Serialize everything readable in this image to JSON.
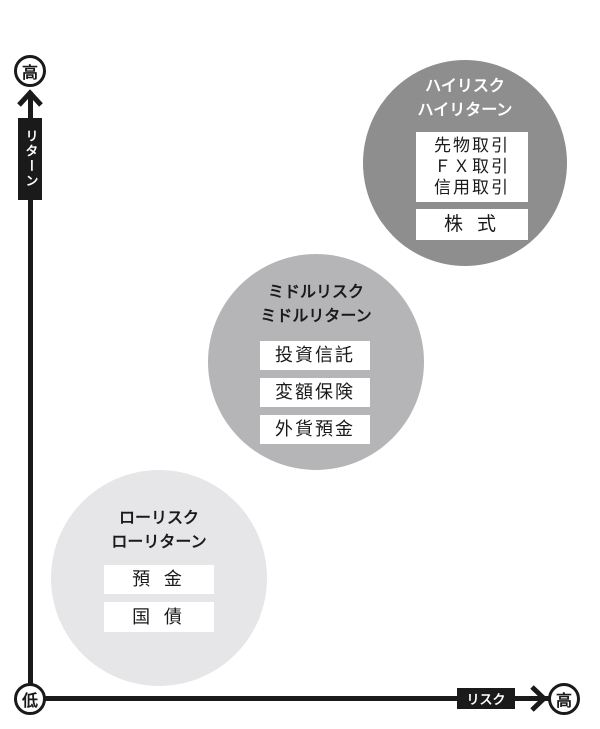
{
  "y_axis": {
    "label": "リターン",
    "high": "高"
  },
  "x_axis": {
    "label": "リスク",
    "high": "高",
    "origin": "低"
  },
  "groups": [
    {
      "title": [
        "ハイリスク",
        "ハイリターン"
      ],
      "items": [
        [
          "先物取引",
          "ＦＸ取引",
          "信用取引"
        ],
        [
          "株 式"
        ]
      ],
      "color": "#8e8e8f"
    },
    {
      "title": [
        "ミドルリスク",
        "ミドルリターン"
      ],
      "items": [
        [
          "投資信託"
        ],
        [
          "変額保険"
        ],
        [
          "外貨預金"
        ]
      ],
      "color": "#b5b5b7"
    },
    {
      "title": [
        "ローリスク",
        "ローリターン"
      ],
      "items": [
        [
          "預 金"
        ],
        [
          "国 債"
        ]
      ],
      "color": "#e6e6e8"
    }
  ]
}
